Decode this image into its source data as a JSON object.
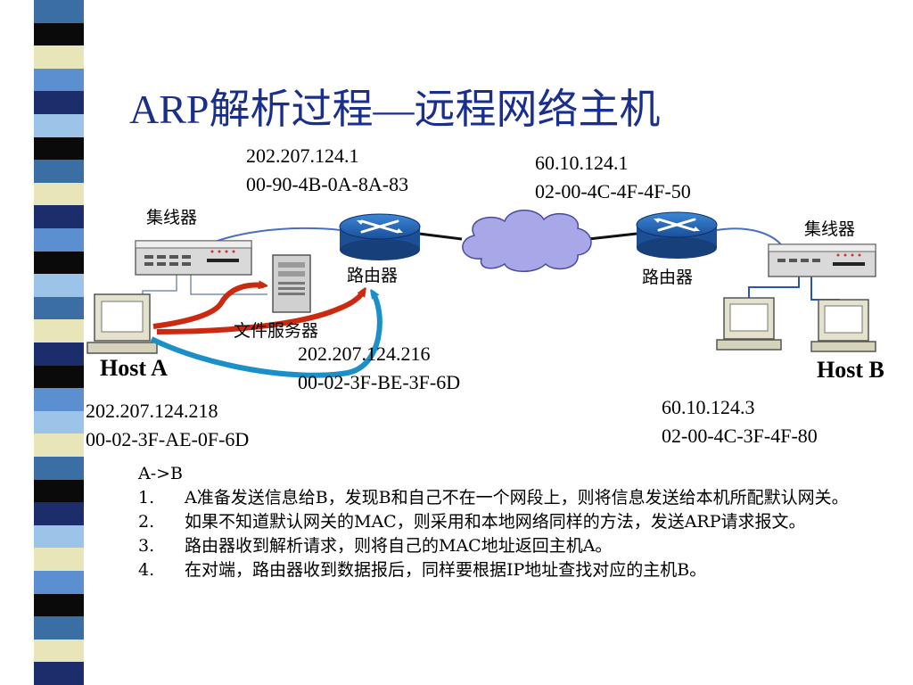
{
  "title": "ARP解析过程—远程网络主机",
  "stripe_colors": [
    "#3a6ea5",
    "#0a0a0a",
    "#e8e6b8",
    "#5b8fd0",
    "#1c2d6b",
    "#9cc4e8",
    "#0a0a0a",
    "#3a6ea5",
    "#e8e6b8",
    "#1c2d6b",
    "#5b8fd0",
    "#0a0a0a",
    "#9cc4e8",
    "#3a6ea5",
    "#e8e6b8",
    "#1c2d6b",
    "#0a0a0a",
    "#5b8fd0",
    "#9cc4e8",
    "#e8e6b8",
    "#3a6ea5",
    "#0a0a0a",
    "#1c2d6b",
    "#9cc4e8",
    "#e8e6b8",
    "#5b8fd0",
    "#0a0a0a",
    "#3a6ea5",
    "#e8e6b8",
    "#1c2d6b"
  ],
  "diagram": {
    "router_left_ip": "202.207.124.1",
    "router_left_mac": "00-90-4B-0A-8A-83",
    "router_right_ip": "60.10.124.1",
    "router_right_mac": "02-00-4C-4F-4F-50",
    "hub_left_label": "集线器",
    "hub_right_label": "集线器",
    "router_left_label": "路由器",
    "router_right_label": "路由器",
    "file_server_label": "文件服务器",
    "file_server_ip": "202.207.124.216",
    "file_server_mac": "00-02-3F-BE-3F-6D",
    "host_a_label": "Host A",
    "host_a_ip": "202.207.124.218",
    "host_a_mac": "00-02-3F-AE-0F-6D",
    "host_b_label": "Host B",
    "host_b_ip": "60.10.124.3",
    "host_b_mac": "02-00-4C-3F-4F-80"
  },
  "steps": {
    "header": "A->B",
    "items": [
      {
        "num": "1.",
        "text": "A准备发送信息给B，发现B和自己不在一个网段上，则将信息发送给本机所配默认网关。"
      },
      {
        "num": "2.",
        "text": "如果不知道默认网关的MAC，则采用和本地网络同样的方法，发送ARP请求报文。"
      },
      {
        "num": "3.",
        "text": "路由器收到解析请求，则将自己的MAC地址返回主机A。"
      },
      {
        "num": "4.",
        "text": "在对端，路由器收到数据报后，同样要根据IP地址查找对应的主机B。"
      }
    ]
  }
}
